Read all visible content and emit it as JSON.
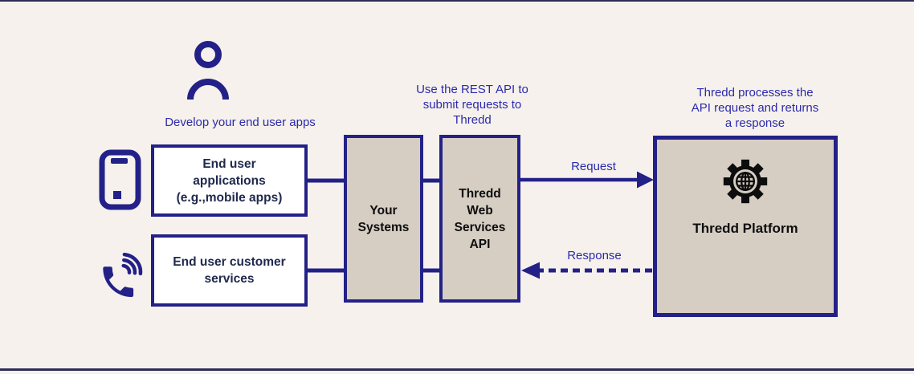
{
  "page": {
    "background": "#f6f1ec",
    "edge_line_color": "#2c2c54"
  },
  "colors": {
    "navy_border": "#232188",
    "tan_fill": "#d6cec3",
    "blue_annotation_text": "#2b2aad",
    "dark_navy_box_text": "#20294d",
    "black_box_text": "#0d0d0d",
    "white_fill": "#ffffff"
  },
  "annotations": {
    "develop_apps": "Develop your end user apps",
    "use_rest_api": {
      "line1": "Use the REST API to",
      "line2": "submit requests to",
      "line3": "Thredd"
    },
    "thredd_processes": {
      "line1": "Thredd processes the",
      "line2": "API request and returns",
      "line3": "a response"
    }
  },
  "boxes": {
    "end_user_apps": {
      "line1": "End user",
      "line2": "applications",
      "line3": "(e.g.,mobile apps)"
    },
    "end_user_services": {
      "line1": "End user customer",
      "line2": "services"
    },
    "your_systems": {
      "line1": "Your",
      "line2": "Systems"
    },
    "thredd_api": {
      "line1": "Thredd",
      "line2": "Web",
      "line3": "Services",
      "line4": "API"
    },
    "thredd_platform": {
      "label": "Thredd Platform"
    }
  },
  "flow": {
    "request_label": "Request",
    "response_label": "Response"
  },
  "icons": {
    "person": "person-icon",
    "mobile_phone": "mobile-phone-icon",
    "phone_call": "phone-call-icon",
    "gear_globe": "gear-globe-icon"
  }
}
